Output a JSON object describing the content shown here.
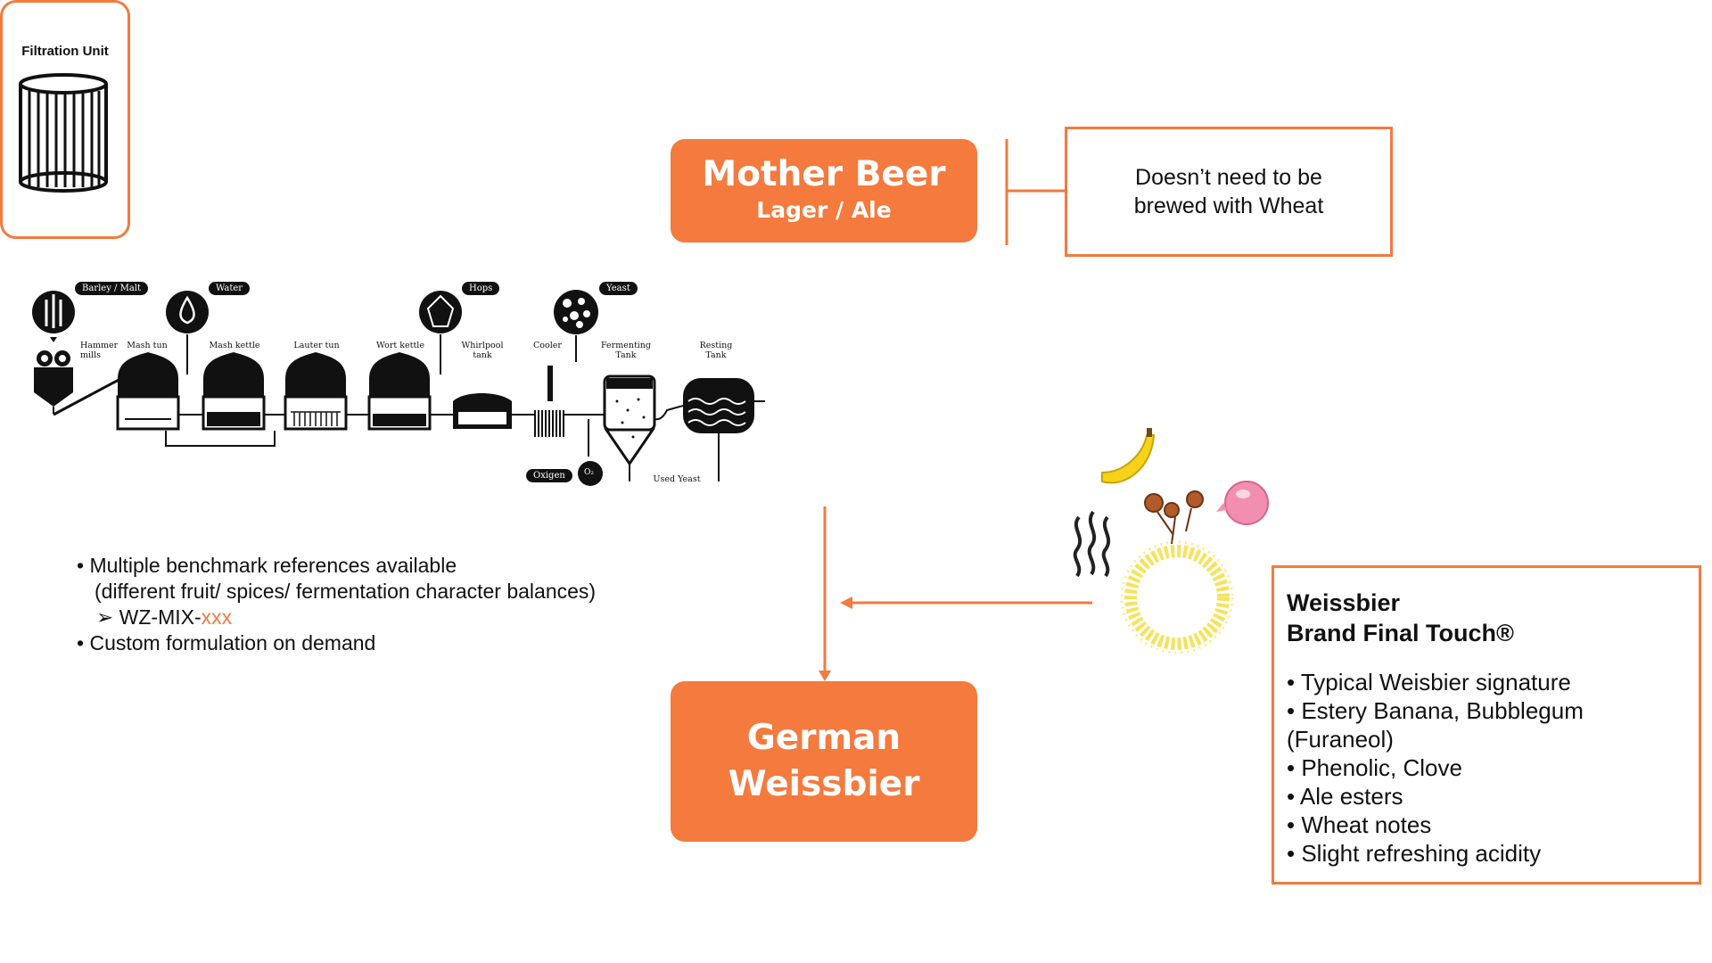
{
  "mother_beer": {
    "title": "Mother Beer",
    "subtitle": "Lager / Ale"
  },
  "note": {
    "line1": "Doesn’t need to be",
    "line2": "brewed with Wheat"
  },
  "filtration": {
    "label": "Filtration Unit"
  },
  "german_beer": {
    "line1": "German",
    "line2": "Weissbier"
  },
  "process": {
    "inputs": {
      "barley": "Barley / Malt",
      "water": "Water",
      "hops": "Hops",
      "yeast": "Yeast",
      "oxygen": "Oxigen",
      "o2": "O₂"
    },
    "stages": {
      "hammer": "Hammer mills",
      "mash_tun": "Mash tun",
      "mash_kettle": "Mash kettle",
      "lauter": "Lauter tun",
      "wort": "Wort kettle",
      "whirlpool": "Whirlpool tank",
      "cooler": "Cooler",
      "fermenting": "Fermenting Tank",
      "resting": "Resting Tank",
      "used_yeast": "Used Yeast"
    }
  },
  "bullets": {
    "b1": "Multiple benchmark references available",
    "b1b": "(different fruit/ spices/ fermentation character balances)",
    "sub_prefix": "WZ-MIX-",
    "sub_suffix": "xxx",
    "b2": "Custom formulation on demand"
  },
  "profile": {
    "title1": "Weissbier",
    "title2": "Brand Final Touch®",
    "items": [
      "• Typical Weisbier signature",
      "• Estery Banana, Bubblegum",
      "(Furaneol)",
      "• Phenolic, Clove",
      "• Ale esters",
      "• Wheat notes",
      "• Slight refreshing acidity"
    ]
  },
  "icons": [
    "banana-icon",
    "clove-icon",
    "bubblegum-icon",
    "aroma-waves-icon",
    "yellow-ring-icon"
  ],
  "colors": {
    "accent": "#f47a3e",
    "ink": "#111111"
  }
}
